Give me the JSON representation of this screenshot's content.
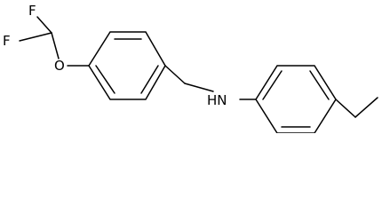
{
  "molecule": {
    "atom_labels": {
      "fluorine_1": "F",
      "fluorine_2": "F",
      "oxygen": "O",
      "amine": "HN"
    },
    "colors": {
      "bond": "#000000",
      "label": "#000000",
      "background": "#ffffff"
    }
  }
}
